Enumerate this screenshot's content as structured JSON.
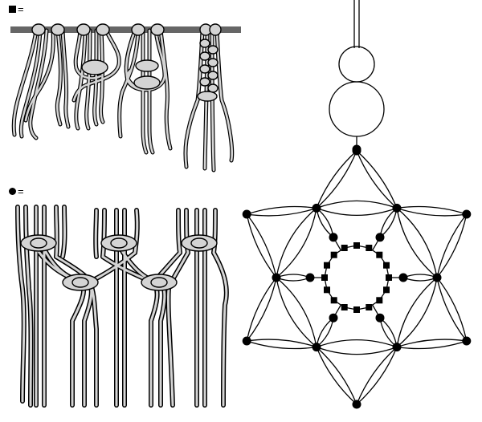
{
  "legend": {
    "square_knot": {
      "symbol": "square",
      "equals": "="
    },
    "dot_knot": {
      "symbol": "dot",
      "equals": "="
    }
  },
  "colors": {
    "ink": "#000000",
    "cord_fill": "#d4d4d4",
    "bar": "#666666",
    "background": "#ffffff"
  },
  "star": {
    "points": 6,
    "hanging_rings": 2,
    "inner_ring_square_knots": 16
  }
}
